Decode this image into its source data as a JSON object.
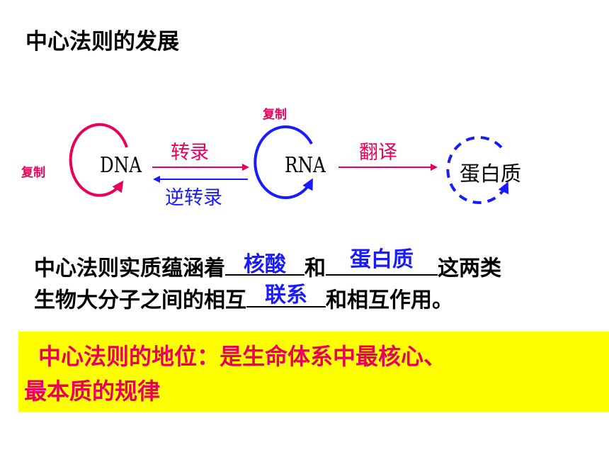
{
  "title": "中心法则的发展",
  "diagram": {
    "nodes": {
      "dna": "DNA",
      "rna": "RNA",
      "protein": "蛋白质"
    },
    "self_replication_dna": "复制",
    "self_replication_rna": "复制",
    "transcription": "转录",
    "reverse_transcription": "逆转录",
    "translation": "翻译",
    "colors": {
      "pink": "#e8005a",
      "blue": "#1a1aff"
    }
  },
  "paragraph": {
    "line1_before": "中心法则实质蕴涵着",
    "blank1": "核酸",
    "line1_mid": "和",
    "blank2": "蛋白质",
    "line1_after": "这两类",
    "line2_before": "生物大分子之间的相互",
    "blank3": "联系",
    "line2_after": "和相互作用。"
  },
  "highlight": {
    "line1": "中心法则的地位：是生命体系中最核心、",
    "line2": "最本质的规律",
    "bg_color": "#ffff00"
  }
}
